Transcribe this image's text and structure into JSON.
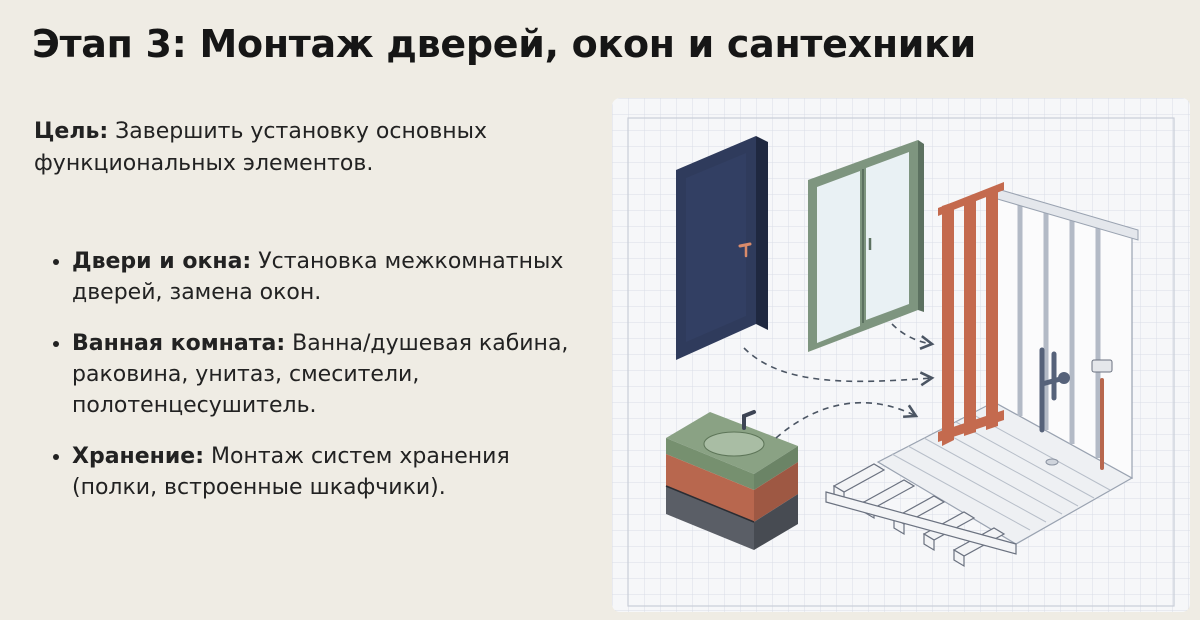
{
  "title": "Этап 3: Монтаж дверей, окон и сантехники",
  "goal": {
    "label": "Цель:",
    "text": " Завершить установку основных функциональных элементов."
  },
  "items": [
    {
      "label": "Двери и окна:",
      "text": " Установка межкомнатных дверей, замена окон."
    },
    {
      "label": "Ванная комната:",
      "text": " Ванна/душевая кабина, раковина, унитаз, смесители, полотенцесушитель."
    },
    {
      "label": "Хранение:",
      "text": " Монтаж систем хранения (полки, встроенные шкафчики)."
    }
  ],
  "colors": {
    "background": "#efece4",
    "door": "#2f3b5c",
    "window_frame": "#7e957f",
    "stud": "#c46a4e",
    "countertop": "#8aa284",
    "drawer_upper": "#b8674e",
    "drawer_lower": "#5a5e66"
  },
  "illustration": {
    "icons": [
      "door-icon",
      "window-icon",
      "vanity-sink-icon",
      "bathroom-frame-icon",
      "arrow-icon"
    ]
  }
}
